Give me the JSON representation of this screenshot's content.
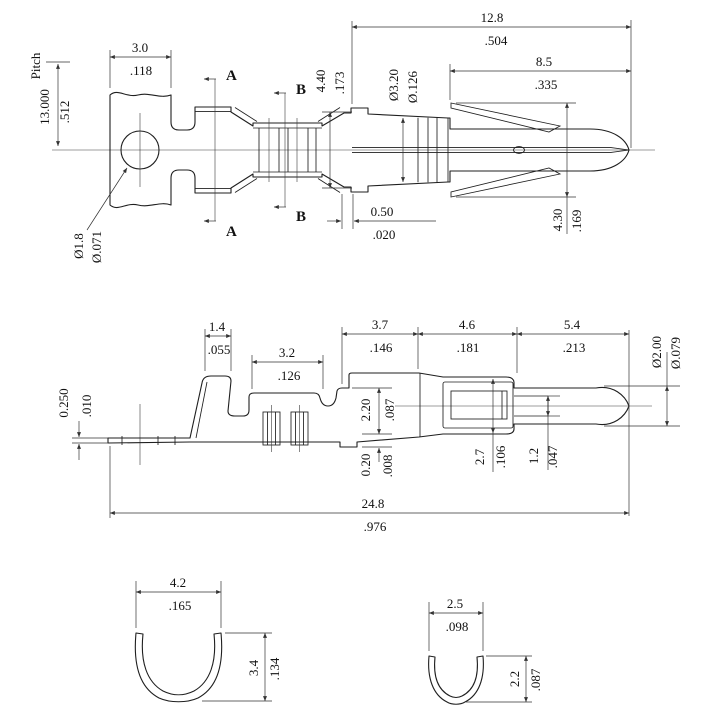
{
  "drawing_title": "terminal-pin-engineering-drawing",
  "colors": {
    "background": "#ffffff",
    "line": "#1f1f1f",
    "dim_line": "#333333",
    "text": "#111111"
  },
  "section_labels": {
    "a": "A",
    "b": "B"
  },
  "views": {
    "top": {
      "dims": {
        "pitch_label": "Pitch",
        "pitch": {
          "mm": "13.000",
          "inch": ".512"
        },
        "carrier_width": {
          "mm": "3.0",
          "inch": ".118"
        },
        "front_length": {
          "mm": "12.8",
          "inch": ".504"
        },
        "pin_length": {
          "mm": "8.5",
          "inch": ".335"
        },
        "wing_span": {
          "mm": "4.40",
          "inch": ".173"
        },
        "body_dia": {
          "mm": "Ø3.20",
          "inch": "Ø.126"
        },
        "tab_offset": {
          "mm": "0.50",
          "inch": ".020"
        },
        "lance_span": {
          "mm": "4.30",
          "inch": ".169"
        },
        "hole_dia": {
          "mm": "Ø1.8",
          "inch": "Ø.071"
        }
      }
    },
    "side": {
      "dims": {
        "tab_width": {
          "mm": "1.4",
          "inch": ".055"
        },
        "wing_gap": {
          "mm": "3.2",
          "inch": ".126"
        },
        "strip_thickness": {
          "mm": "0.250",
          "inch": ".010"
        },
        "seg_rear": {
          "mm": "3.7",
          "inch": ".146"
        },
        "seg_mid": {
          "mm": "4.6",
          "inch": ".181"
        },
        "seg_front": {
          "mm": "5.4",
          "inch": ".213"
        },
        "pin_dia": {
          "mm": "Ø2.00",
          "inch": "Ø.079"
        },
        "body_height": {
          "mm": "2.20",
          "inch": ".087"
        },
        "floor_step": {
          "mm": "0.20",
          "inch": ".008"
        },
        "box_height": {
          "mm": "2.7",
          "inch": ".106"
        },
        "neck_height": {
          "mm": "1.2",
          "inch": ".047"
        },
        "overall_length": {
          "mm": "24.8",
          "inch": ".976"
        }
      }
    },
    "section_a": {
      "dims": {
        "width": {
          "mm": "4.2",
          "inch": ".165"
        },
        "depth": {
          "mm": "3.4",
          "inch": ".134"
        }
      }
    },
    "section_b": {
      "dims": {
        "width": {
          "mm": "2.5",
          "inch": ".098"
        },
        "depth": {
          "mm": "2.2",
          "inch": ".087"
        }
      }
    }
  }
}
